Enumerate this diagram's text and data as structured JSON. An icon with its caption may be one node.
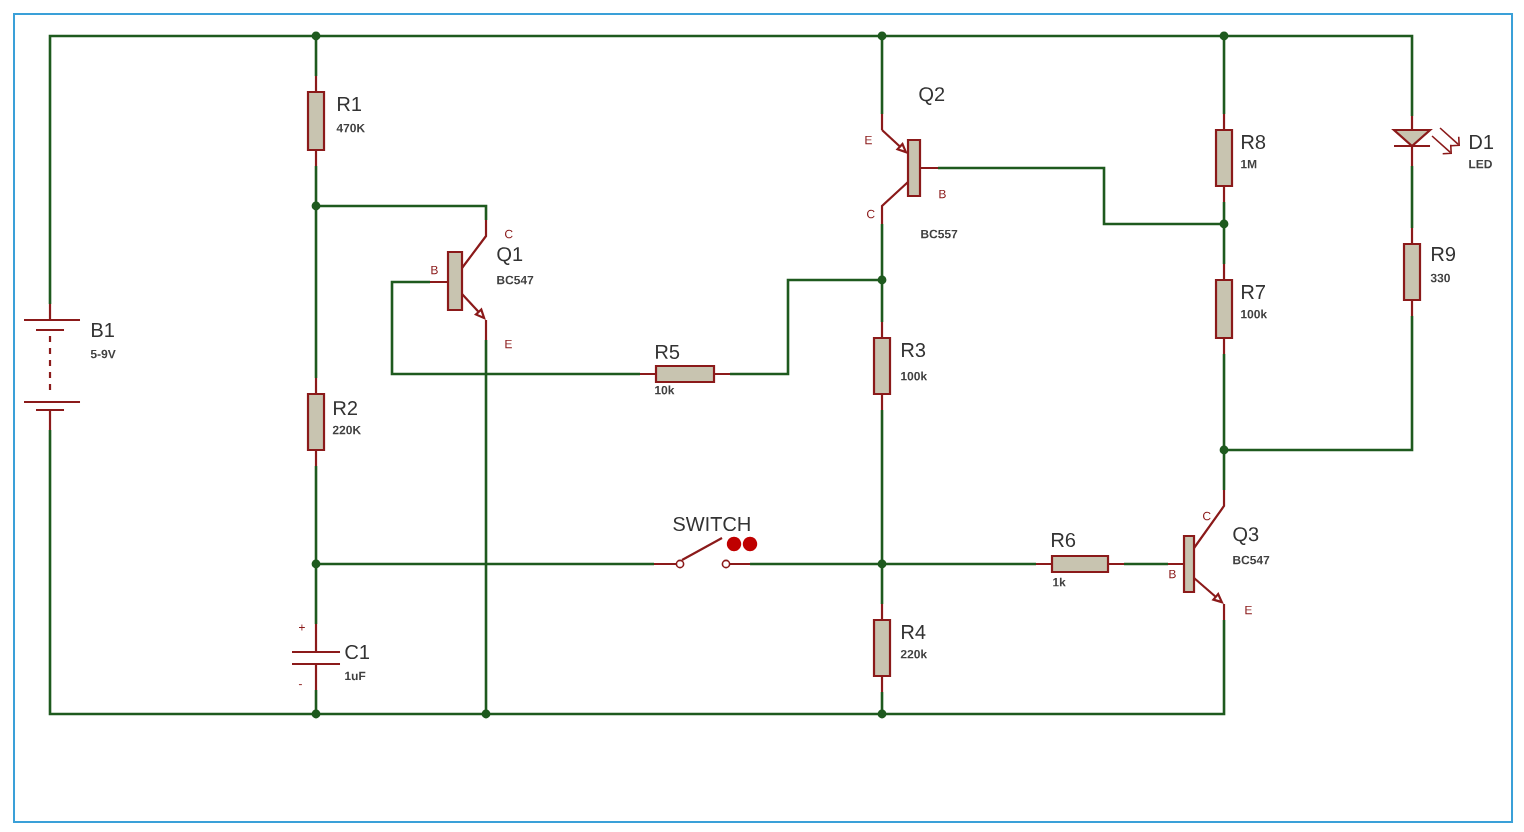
{
  "diagram": {
    "labels": [
      "R1",
      "470K",
      "B1",
      "5-9V",
      "Q1",
      "BC547",
      "C",
      "B",
      "E",
      "Q2",
      "BC557",
      "E",
      "C",
      "B",
      "R8",
      "1M",
      "D1",
      "LED",
      "R7",
      "100k",
      "R9",
      "330",
      "R5",
      "10k",
      "R3",
      "100k",
      "R2",
      "220K",
      "SWITCH",
      "R6",
      "1k",
      "Q3",
      "BC547",
      "C",
      "B",
      "E",
      "+",
      "C1",
      "1uF",
      "-",
      "R4",
      "220k"
    ]
  }
}
